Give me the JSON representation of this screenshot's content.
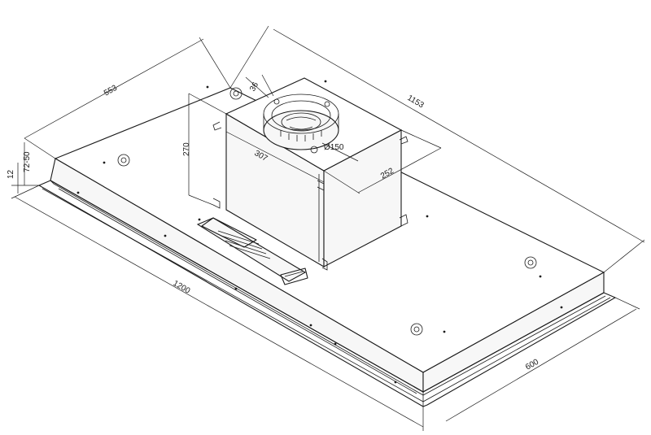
{
  "dimensions": {
    "depth_top": "553",
    "length_top": "1153",
    "height_body": "72-50",
    "flange": "12",
    "length_bottom": "1200",
    "width_bottom": "600",
    "chimney_height": "270",
    "chimney_width": "307",
    "chimney_depth": "252",
    "outlet_offset": "36",
    "outlet_diameter": "Ø150"
  }
}
